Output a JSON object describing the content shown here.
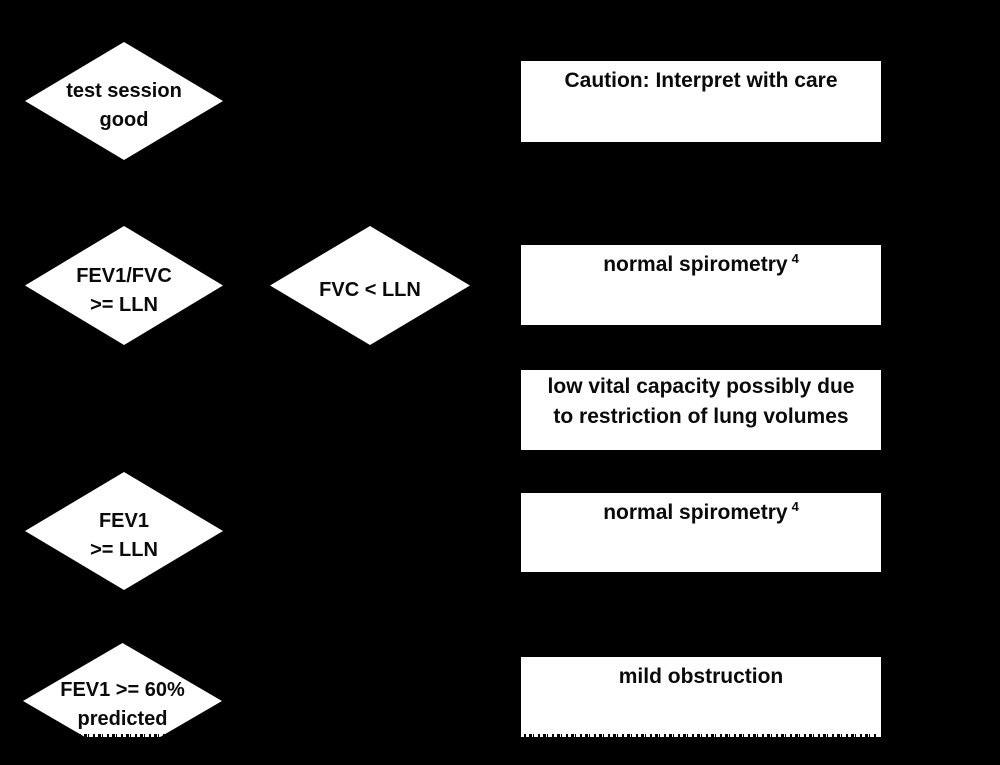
{
  "figure": {
    "description": "spirometry interpretation flowchart on black background",
    "background_color": "#000000",
    "node_fill_color": "#ffffff",
    "node_text_color": "#0a0a0a"
  },
  "nodes": {
    "test_session_good": {
      "kind": "decision",
      "label": "test session\ngood"
    },
    "caution": {
      "kind": "outcome",
      "label": "Caution: Interpret with care"
    },
    "fev1_fvc_lln": {
      "kind": "decision",
      "label": "FEV1/FVC\n>= LLN"
    },
    "fvc_lln": {
      "kind": "decision",
      "label": "FVC < LLN"
    },
    "normal_spirometry_1": {
      "kind": "outcome",
      "label": "normal spirometry",
      "sup": "4"
    },
    "low_vital_capacity": {
      "kind": "outcome",
      "label": "low vital capacity possibly due\nto restriction of lung volumes"
    },
    "fev1_lln": {
      "kind": "decision",
      "label": "FEV1\n>= LLN"
    },
    "normal_spirometry_2": {
      "kind": "outcome",
      "label": "normal spirometry",
      "sup": "4"
    },
    "fev1_60_predicted": {
      "kind": "decision",
      "label": "FEV1 >= 60%\npredicted"
    },
    "mild_obstruction": {
      "kind": "outcome",
      "label": "mild obstruction"
    }
  }
}
